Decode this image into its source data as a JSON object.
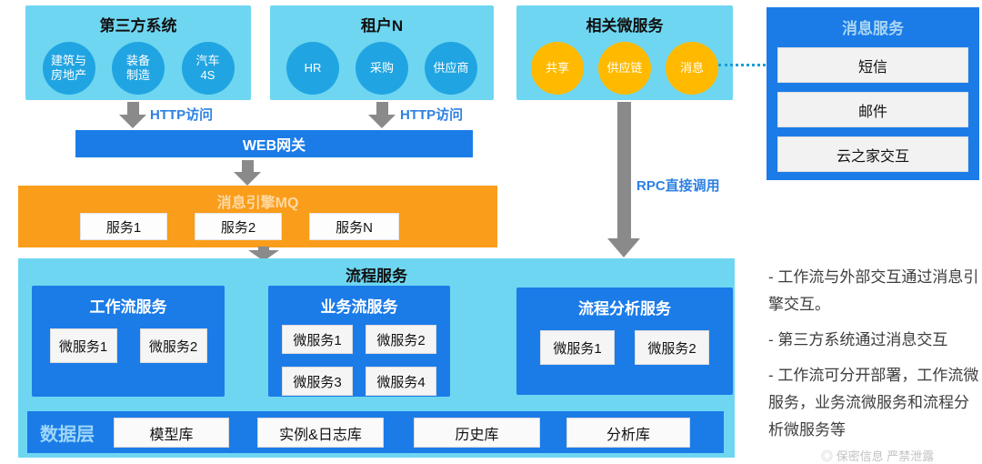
{
  "colors": {
    "panel_light_blue": "#6ed6f1",
    "circle_blue": "#21a5e2",
    "circle_yellow": "#ffba00",
    "box_blue": "#1b7ce8",
    "box_orange": "#f99d1b",
    "arrow_gray": "#8a8a8a",
    "flow_label_blue": "#2d80e2",
    "mq_title_text": "#ffd9a2",
    "data_label_text": "#9ed7f7"
  },
  "panels": {
    "third_party": {
      "title": "第三方系统",
      "circles": [
        {
          "line1": "建筑与",
          "line2": "房地产"
        },
        {
          "line1": "装备",
          "line2": "制造"
        },
        {
          "line1": "汽车",
          "line2": "4S"
        }
      ]
    },
    "tenant": {
      "title": "租户N",
      "circles": [
        "HR",
        "采购",
        "供应商"
      ]
    },
    "microservices": {
      "title": "相关微服务",
      "circles": [
        "共享",
        "供应链",
        "消息"
      ]
    },
    "message_service": {
      "title": "消息服务",
      "items": [
        "短信",
        "邮件",
        "云之家交互"
      ]
    }
  },
  "flow_labels": {
    "http1": "HTTP访问",
    "http2": "HTTP访问",
    "rpc": "RPC直接调用"
  },
  "gateway": {
    "title": "WEB网关"
  },
  "mq": {
    "title": "消息引擎MQ",
    "services": [
      "服务1",
      "服务2",
      "服务N"
    ]
  },
  "process": {
    "title": "流程服务",
    "workflow": {
      "title": "工作流服务",
      "services": [
        "微服务1",
        "微服务2"
      ]
    },
    "business": {
      "title": "业务流服务",
      "services": [
        "微服务1",
        "微服务2",
        "微服务3",
        "微服务4"
      ]
    },
    "analysis": {
      "title": "流程分析服务",
      "services": [
        "微服务1",
        "微服务2"
      ]
    },
    "data_layer": {
      "title": "数据层",
      "stores": [
        "模型库",
        "实例&日志库",
        "历史库",
        "分析库"
      ]
    }
  },
  "notes": {
    "bullets": [
      "- 工作流与外部交互通过消息引擎交互。",
      "- 第三方系统通过消息交互",
      "- 工作流可分开部署，工作流微服务，业务流微服务和流程分析微服务等"
    ],
    "footer": "◎ 保密信息 严禁泄露"
  }
}
